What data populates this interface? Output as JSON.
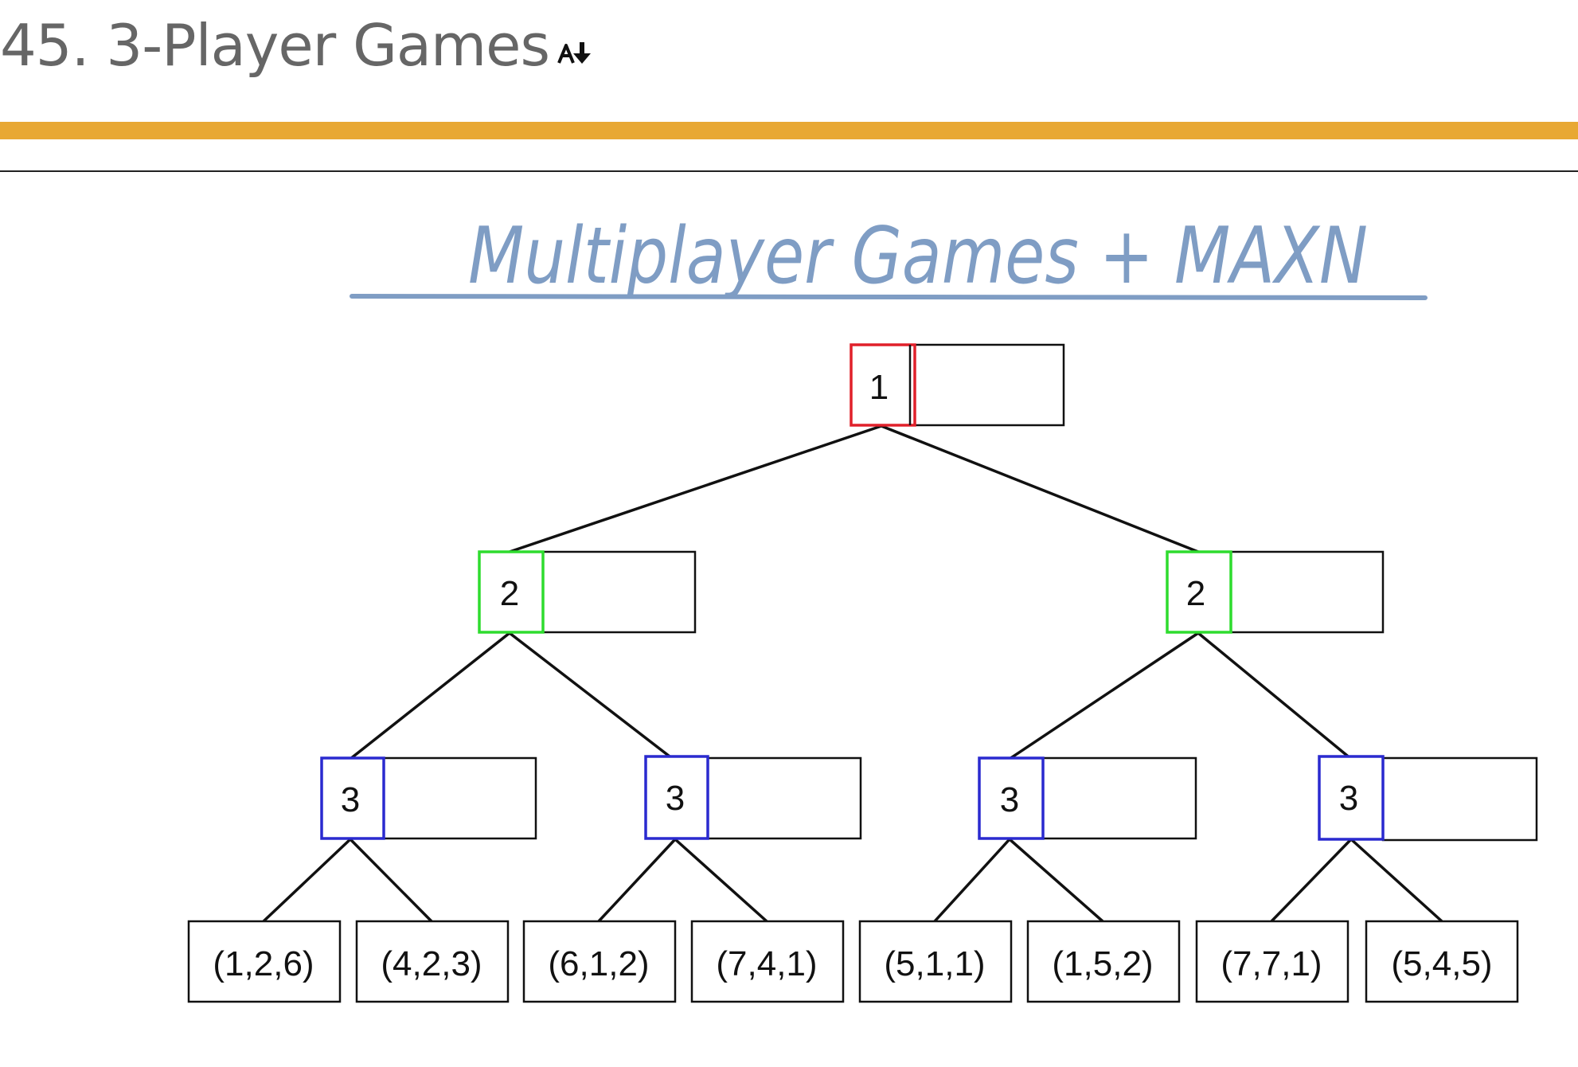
{
  "page": {
    "title": "45. 3-Player Games",
    "icon": "font-size-icon"
  },
  "colors": {
    "accent": "#E8A834",
    "title": "#666666",
    "handwriting": "#7F9DC4",
    "player1": "#E0202A",
    "player2": "#2EDC2E",
    "player3": "#2A2ACF",
    "lines": "#111111"
  },
  "diagram": {
    "heading": "Multiplayer Games + MAXN",
    "root": {
      "player": "1"
    },
    "level2": [
      {
        "player": "2"
      },
      {
        "player": "2"
      }
    ],
    "level3": [
      {
        "player": "3"
      },
      {
        "player": "3"
      },
      {
        "player": "3"
      },
      {
        "player": "3"
      }
    ],
    "leaves": [
      "(1,2,6)",
      "(4,2,3)",
      "(6,1,2)",
      "(7,4,1)",
      "(5,1,1)",
      "(1,5,2)",
      "(7,7,1)",
      "(5,4,5)"
    ]
  }
}
